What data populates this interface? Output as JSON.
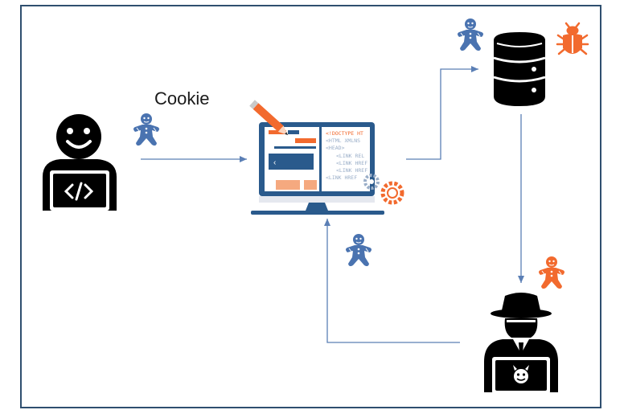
{
  "diagram": {
    "cookie_label": "Cookie",
    "code_lines": [
      "<!DOCTYPE HT",
      "<HTML XMLNS",
      "<HEAD>",
      "<LINK REL",
      "<LINK HREF",
      "<LINK HREF",
      "<LINK HREF"
    ],
    "nodes": [
      "developer-icon",
      "web-app-icon",
      "database-icon",
      "hacker-icon"
    ],
    "colors": {
      "primary": "#2a5a8c",
      "icon_blue": "#4a73b0",
      "accent_orange": "#f26a2e",
      "black": "#000000",
      "arrow": "#5b7fb5"
    }
  }
}
